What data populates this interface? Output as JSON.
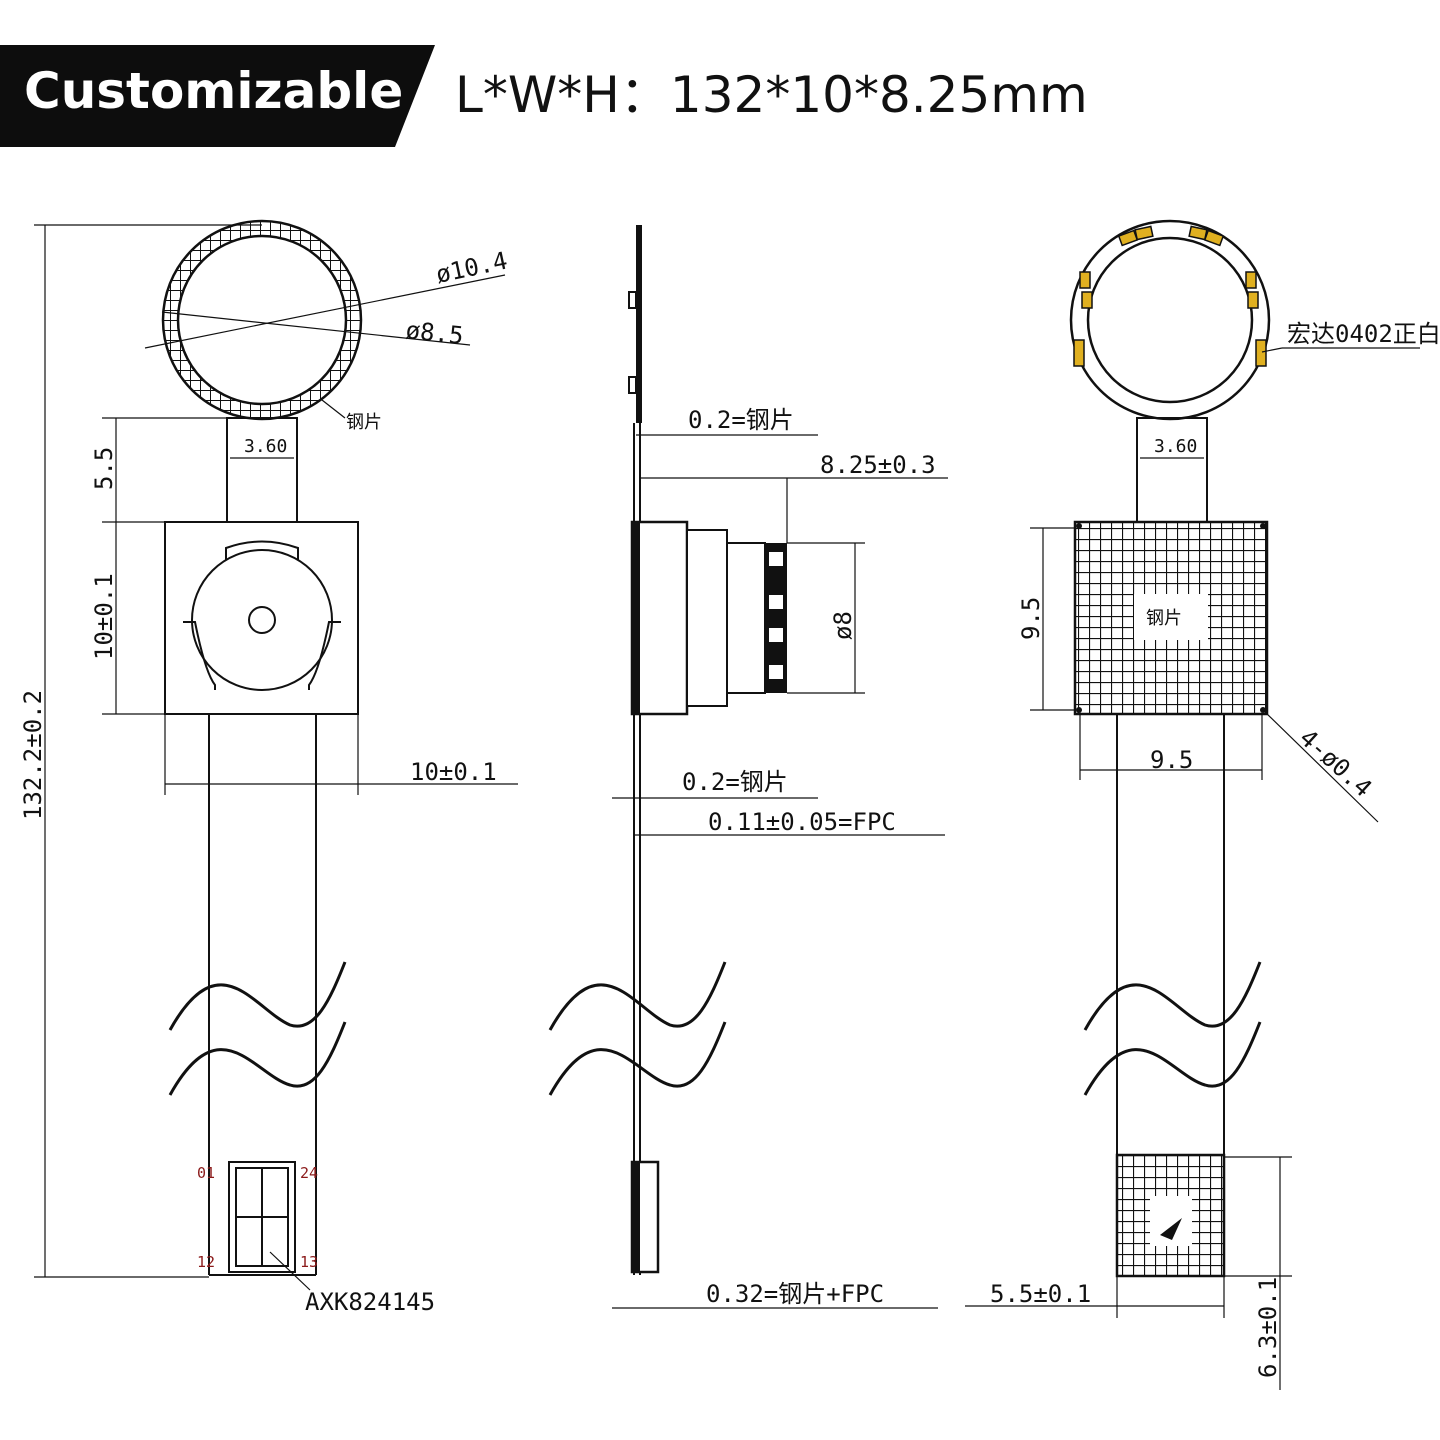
{
  "header": {
    "badge": "Customizable",
    "dimensions": "L*W*H：132*10*8.25mm"
  },
  "front_view": {
    "outer_diameter": "ø10.4",
    "inner_diameter": "ø8.5",
    "steel_label": "钢片",
    "neck_width": "3.60",
    "neck_length": "5.5",
    "module_height": "10±0.1",
    "module_width": "10±0.1",
    "total_length": "132.2±0.2",
    "pin_01": "01",
    "pin_24": "24",
    "pin_12": "12",
    "pin_13": "13",
    "connector": "AXK824145"
  },
  "side_view": {
    "steel_top": "0.2=钢片",
    "height": "8.25±0.3",
    "lens_diameter": "ø8",
    "steel_mid": "0.2=钢片",
    "fpc": "0.11±0.05=FPC",
    "steel_fpc": "0.32=钢片+FPC"
  },
  "back_view": {
    "led_note": "宏达0402正白",
    "neck_width": "3.60",
    "steel_label": "钢片",
    "plate_height": "9.5",
    "plate_width": "9.5",
    "holes": "4-ø0.4",
    "tail_width": "5.5±0.1",
    "tail_length": "6.3±0.1"
  },
  "colors": {
    "ink": "#111111",
    "led": "#e0b020",
    "pin_text": "#8b1a1a"
  }
}
